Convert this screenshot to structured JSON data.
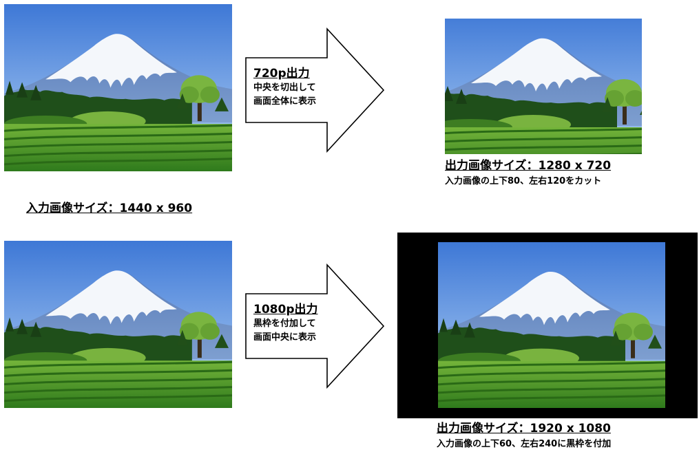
{
  "input_caption": "入力画像サイズ：1440 x 960",
  "top_flow": {
    "arrow_title": "720p出力",
    "arrow_line1": "中央を切出して",
    "arrow_line2": "画面全体に表示",
    "output_caption": "出力画像サイズ：1280 x 720",
    "output_note": "入力画像の上下80、左右120をカット"
  },
  "bottom_flow": {
    "arrow_title": "1080p出力",
    "arrow_line1": "黒枠を付加して",
    "arrow_line2": "画面中央に表示",
    "output_caption": "出力画像サイズ：1920 x 1080",
    "output_note": "入力画像の上下60、左右240に黒枠を付加"
  },
  "colors": {
    "sky_top": "#3e78d6",
    "sky_bottom": "#a9cdf4",
    "mountain": "#4f6fa9",
    "snow": "#f4f7fb",
    "tea_field": "#3f8a25",
    "tree": "#2d6a1e",
    "frame": "#000000"
  },
  "image_description_tags": [
    "mount-fuji-photo",
    "tea-field"
  ]
}
